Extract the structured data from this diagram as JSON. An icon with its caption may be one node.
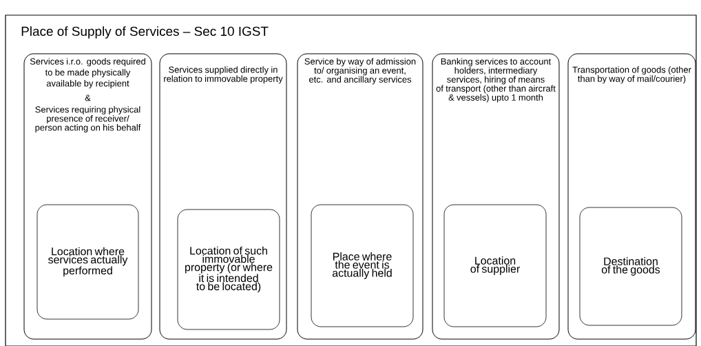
{
  "diagram": {
    "title": "Place of Supply of Services – Sec 10 IGST",
    "nodes": [
      {
        "text": [
          "Services i.r.o. goods required to be made physically available by recipient",
          "&",
          "Services requiring physical presence of receiver/ person acting on his behalf"
        ]
      },
      {
        "text": [
          "Location where services actually performed"
        ],
        "in": 0
      },
      {
        "text": [
          "Services supplied directly in relation to immovable property"
        ]
      },
      {
        "text": [
          "Location of such immovable property (or where it is intended to be located)"
        ],
        "in": 2
      },
      {
        "text": [
          "Service by way of admission to/ organising an event, etc. and ancillary services"
        ]
      },
      {
        "text": [
          "Place where the event is actually held"
        ],
        "in": 4
      },
      {
        "text": [
          "Banking services to account holders, intermediary services, hiring of means of transport (other than aircraft & vessels) upto 1 month"
        ]
      },
      {
        "text": [
          "Location of supplier"
        ],
        "in": 6
      },
      {
        "text": [
          "Transportation of goods (other than by way of mail/courier)"
        ]
      },
      {
        "text": [
          "Destination of the goods"
        ],
        "in": 8
      }
    ]
  }
}
